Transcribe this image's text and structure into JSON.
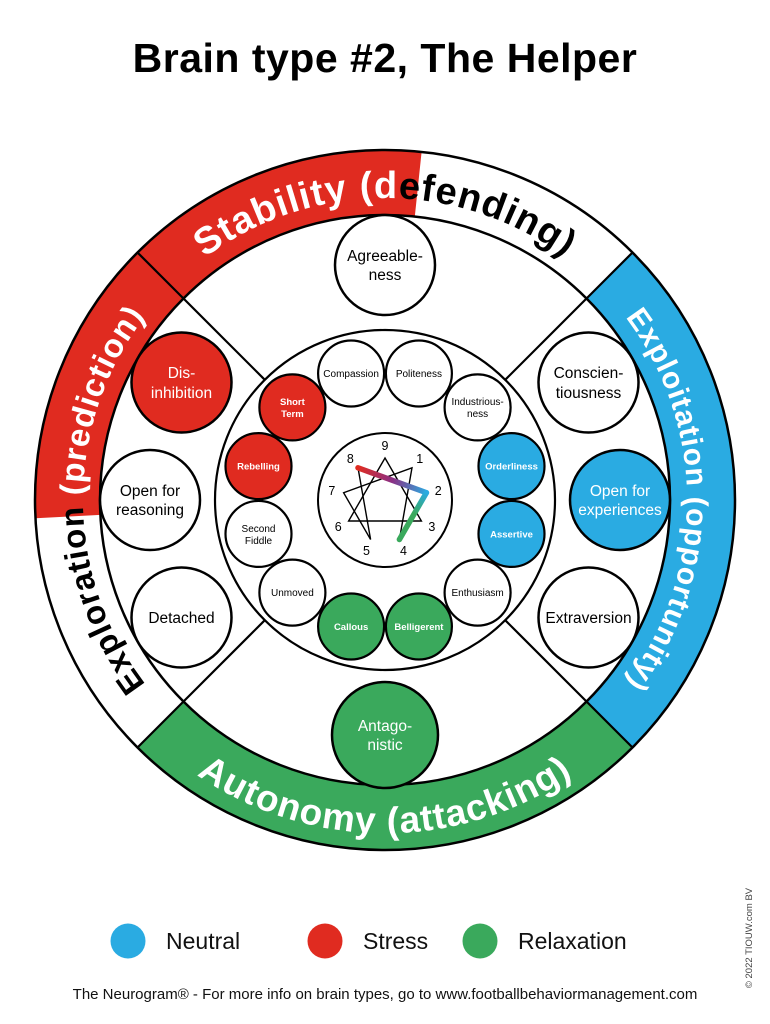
{
  "title": "Brain type #2, The Helper",
  "colors": {
    "neutral": "#2aabe2",
    "stress": "#e02b20",
    "relaxation": "#3aa95c"
  },
  "outer_ring": {
    "stability": {
      "part1": "Stability (d",
      "part2": "efending)"
    },
    "exploitation": {
      "label": "Exploitation (opportunity)"
    },
    "autonomy": {
      "label": "Autonomy (attacking)"
    },
    "exploration": {
      "part1": "Exploration",
      "part2": " (prediction)"
    }
  },
  "big_five": {
    "agreeableness": {
      "line1": "Agreeable-",
      "line2": "ness"
    },
    "conscientiousness": {
      "line1": "Conscien-",
      "line2": "tiousness"
    },
    "openness": {
      "line1": "Open for",
      "line2": "experiences"
    },
    "extraversion": {
      "line1": "Extraversion"
    },
    "antagonistic": {
      "line1": "Antago-",
      "line2": "nistic"
    },
    "detached": {
      "line1": "Detached"
    },
    "open_reasoning": {
      "line1": "Open for",
      "line2": "reasoning"
    },
    "disinhibition": {
      "line1": "Dis-",
      "line2": "inhibition"
    }
  },
  "facets": {
    "compassion": {
      "line1": "Compassion"
    },
    "politeness": {
      "line1": "Politeness"
    },
    "industriousness": {
      "line1": "Industrious-",
      "line2": "ness"
    },
    "orderliness": {
      "line1": "Orderliness"
    },
    "assertive": {
      "line1": "Assertive"
    },
    "enthusiasm": {
      "line1": "Enthusiasm"
    },
    "belligerent": {
      "line1": "Belligerent"
    },
    "callous": {
      "line1": "Callous"
    },
    "unmoved": {
      "line1": "Unmoved"
    },
    "second_fiddle": {
      "line1": "Second",
      "line2": "Fiddle"
    },
    "rebelling": {
      "line1": "Rebelling"
    },
    "short_term": {
      "line1": "Short",
      "line2": "Term"
    }
  },
  "enneagram": {
    "numbers": [
      "1",
      "2",
      "3",
      "4",
      "5",
      "6",
      "7",
      "8",
      "9"
    ]
  },
  "legend": [
    {
      "label": "Neutral",
      "color": "#2aabe2"
    },
    {
      "label": "Stress",
      "color": "#e02b20"
    },
    {
      "label": "Relaxation",
      "color": "#3aa95c"
    }
  ],
  "footer": "The Neurogram® - For more info on brain types, go to www.footballbehaviormanagement.com",
  "copyright": "© 2022 TIOUW.com BV"
}
